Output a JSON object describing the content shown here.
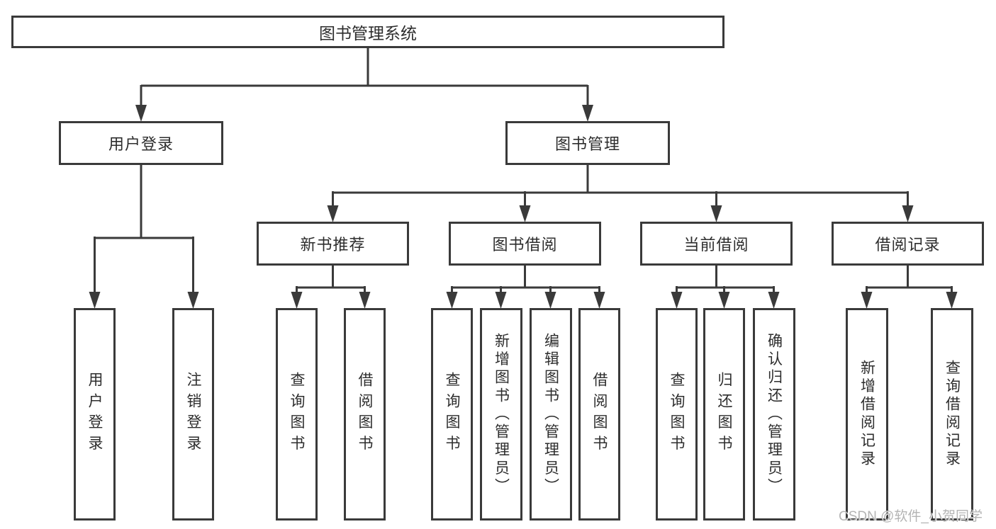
{
  "tree": {
    "root": {
      "label": "图书管理系统"
    },
    "user_login": {
      "label": "用户登录",
      "children": [
        {
          "label": "用户登录"
        },
        {
          "label": "注销登录"
        }
      ]
    },
    "book_mgmt": {
      "label": "图书管理",
      "children": [
        {
          "label": "新书推荐",
          "children": [
            {
              "label": "查询图书"
            },
            {
              "label": "借阅图书"
            }
          ]
        },
        {
          "label": "图书借阅",
          "children": [
            {
              "label": "查询图书"
            },
            {
              "label": "新增图书（管理员）"
            },
            {
              "label": "编辑图书（管理员）"
            },
            {
              "label": "借阅图书"
            }
          ]
        },
        {
          "label": "当前借阅",
          "children": [
            {
              "label": "查询图书"
            },
            {
              "label": "归还图书"
            },
            {
              "label": "确认归还（管理员）"
            }
          ]
        },
        {
          "label": "借阅记录",
          "children": [
            {
              "label": "新增借阅记录"
            },
            {
              "label": "查询借阅记录"
            }
          ]
        }
      ]
    }
  },
  "colors": {
    "line": "#3a3a3a",
    "text": "#2d2d2d",
    "watermark": "#b4b4b4"
  },
  "watermark": {
    "text": "CSDN @软件_小贺同学"
  }
}
